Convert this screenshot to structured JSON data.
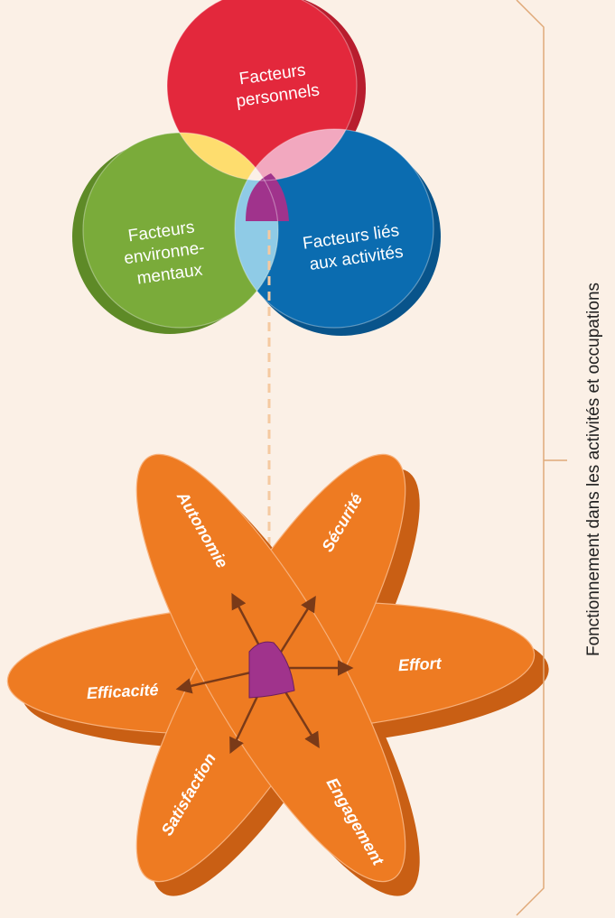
{
  "colors": {
    "background": "#fbf0e6",
    "personal": "#e3283c",
    "personal_side": "#b81d2e",
    "environment": "#7aab3a",
    "environment_side": "#5e8a27",
    "activity": "#0b6cb0",
    "activity_side": "#08548b",
    "overlap_yellow": "#fedd6e",
    "overlap_pink": "#f2a8bf",
    "overlap_lightblue": "#8fcbe6",
    "center": "#a0338c",
    "star": "#ee7b22",
    "star_side": "#c95f14",
    "arrow": "#7a3a18",
    "dashed": "#f5c9a0",
    "bracket": "#e0a978"
  },
  "venn": {
    "personal": "Facteurs personnels",
    "personal_lines": [
      "Facteurs",
      "personnels"
    ],
    "environment": "Facteurs environnementaux",
    "environment_lines": [
      "Facteurs",
      "environne-",
      "mentaux"
    ],
    "activity": "Facteurs liés aux activités",
    "activity_lines": [
      "Facteurs liés",
      "aux activités"
    ]
  },
  "star": {
    "autonomie": "Autonomie",
    "securite": "Sécurité",
    "effort": "Effort",
    "efficacite": "Efficacité",
    "satisfaction": "Satisfaction",
    "engagement": "Engagement"
  },
  "side_label": "Fonctionnement dans les activités et occupations"
}
